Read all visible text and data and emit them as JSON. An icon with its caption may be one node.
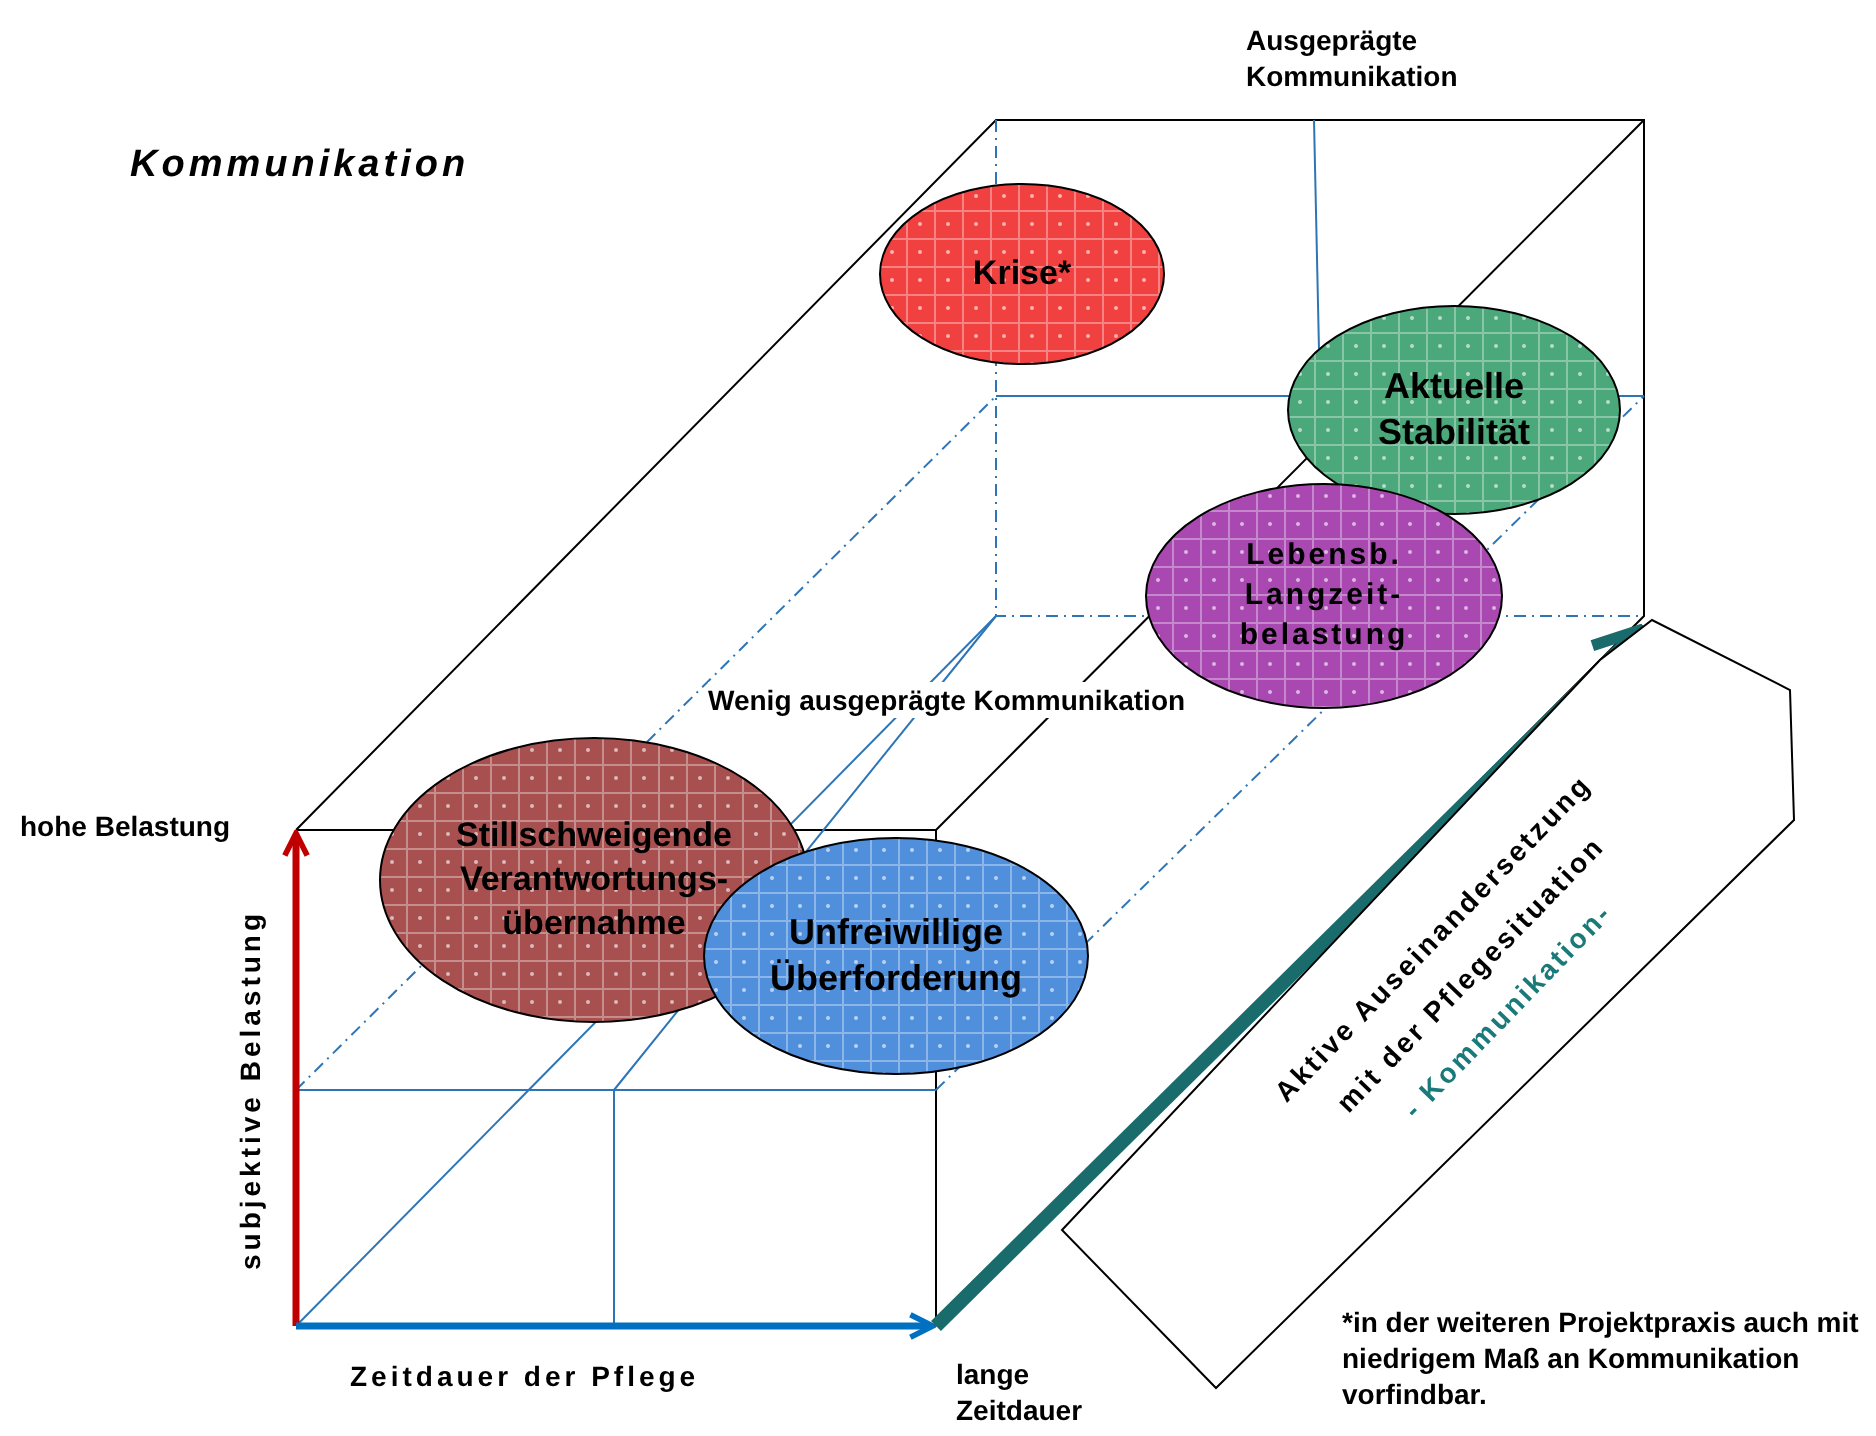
{
  "diagram": {
    "title": "Kommunikation",
    "nodes": [
      {
        "text": [
          "Krise*"
        ]
      },
      {
        "text": [
          "Aktuelle Stabilität"
        ]
      },
      {
        "text": [
          "Lebensb. Langzeit-belastung"
        ]
      },
      {
        "text": [
          "Stillschweigende Verantwortungs-übernahme"
        ]
      },
      {
        "text": [
          "Unfreiwillige Überforderung"
        ]
      },
      {
        "text": [
          "Aktive Auseinandersetzung mit der Pflegesituation",
          "- Kommunikation-"
        ]
      }
    ],
    "labels": [
      "Ausgeprägte Kommunikation",
      "Wenig ausgeprägte Kommunikation",
      "hohe Belastung",
      "subjektive Belastung",
      "Zeitdauer der Pflege",
      "lange Zeitdauer",
      "*in der weiteren Projektpraxis auch mit niedrigem Maß an Kommunikation vorfindbar."
    ]
  }
}
